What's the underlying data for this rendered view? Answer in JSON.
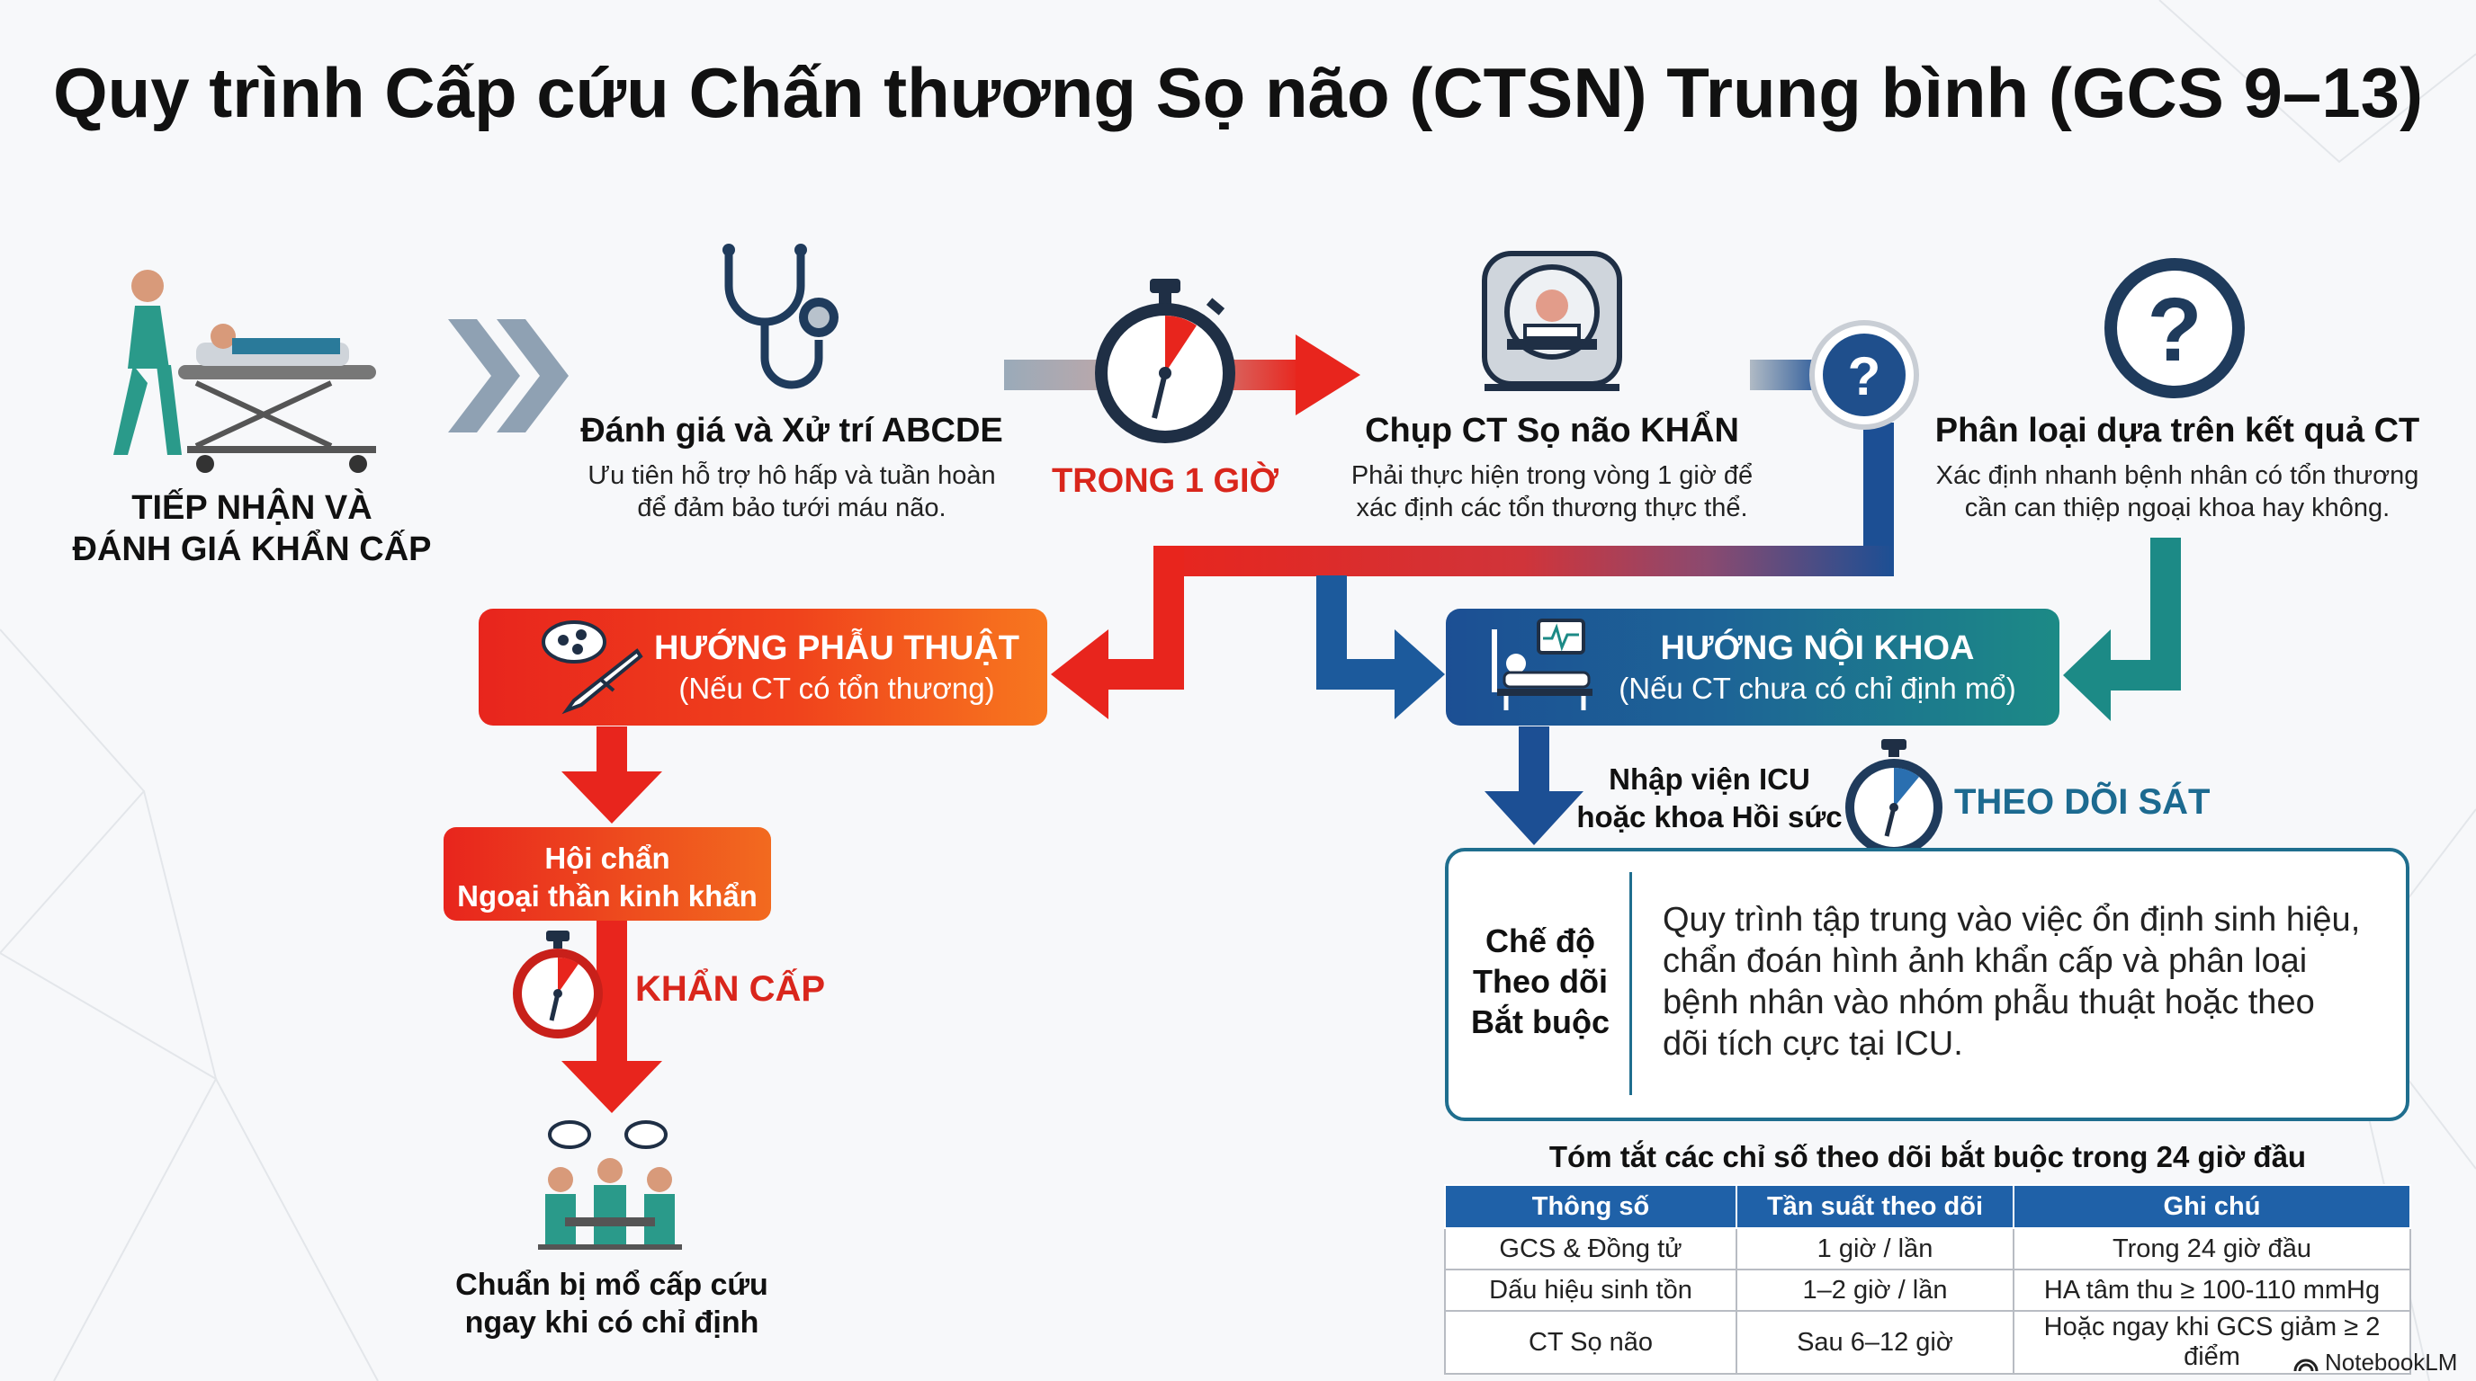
{
  "title": "Quy trình Cấp cứu Chấn thương Sọ não (CTSN) Trung bình (GCS 9–13)",
  "steps": {
    "intake": {
      "line1": "TIẾP NHẬN VÀ",
      "line2": "ĐÁNH GIÁ KHẨN CẤP"
    },
    "abcde": {
      "title": "Đánh giá và Xử trí ABCDE",
      "desc1": "Ưu tiên hỗ trợ hô hấp và tuần hoàn",
      "desc2": "để đảm bảo tưới máu não."
    },
    "timer_label": "TRONG 1 GIỜ",
    "ct": {
      "title": "Chụp CT Sọ não KHẨN",
      "desc1": "Phải thực hiện trong vòng 1 giờ để",
      "desc2": "xác định các tổn thương thực thể."
    },
    "classify": {
      "title": "Phân loại dựa trên kết quả CT",
      "desc1": "Xác định nhanh bệnh nhân có tổn thương",
      "desc2": "cần can thiệp ngoại khoa hay không."
    }
  },
  "surgical": {
    "title": "HƯỚNG PHẪU THUẬT",
    "subtitle": "(Nếu CT có tổn thương)",
    "consult_line1": "Hội chẩn",
    "consult_line2": "Ngoại thần kinh khẩn",
    "urgent_label": "KHẨN CẤP",
    "prep_line1": "Chuẩn bị mổ cấp cứu",
    "prep_line2": "ngay khi có chỉ định"
  },
  "medical": {
    "title": "HƯỚNG NỘI KHOA",
    "subtitle": "(Nếu CT chưa có chỉ định mổ)",
    "admit_line1": "Nhập viện ICU",
    "admit_line2": "hoặc khoa Hồi sức",
    "monitor_label": "THEO DÕI SÁT"
  },
  "panel": {
    "label_line1": "Chế độ",
    "label_line2": "Theo dõi",
    "label_line3": "Bắt buộc",
    "text_line1": "Quy trình tập trung vào việc ổn định sinh hiệu,",
    "text_line2": "chẩn đoán hình ảnh khẩn cấp và phân loại",
    "text_line3": "bệnh nhân vào nhóm phẫu thuật hoặc theo",
    "text_line4": "dõi tích cực tại ICU."
  },
  "table": {
    "title": "Tóm tắt các chỉ số theo dõi bắt buộc trong 24 giờ đầu",
    "headers": [
      "Thông số",
      "Tần suất theo dõi",
      "Ghi chú"
    ],
    "rows": [
      [
        "GCS & Đồng tử",
        "1 giờ / lần",
        "Trong 24 giờ đầu"
      ],
      [
        "Dấu hiệu sinh tồn",
        "1–2 giờ / lần",
        "HA tâm thu ≥ 100-110 mmHg"
      ],
      [
        "CT Sọ não",
        "Sau 6–12 giờ",
        "Hoặc ngay khi GCS giảm ≥ 2 điểm"
      ]
    ]
  },
  "brand": "NotebookLM",
  "colors": {
    "red": "#e8251d",
    "orange": "#f7771f",
    "navy": "#1c4f94",
    "teal": "#1c8a86",
    "gray": "#8fa1b3"
  }
}
